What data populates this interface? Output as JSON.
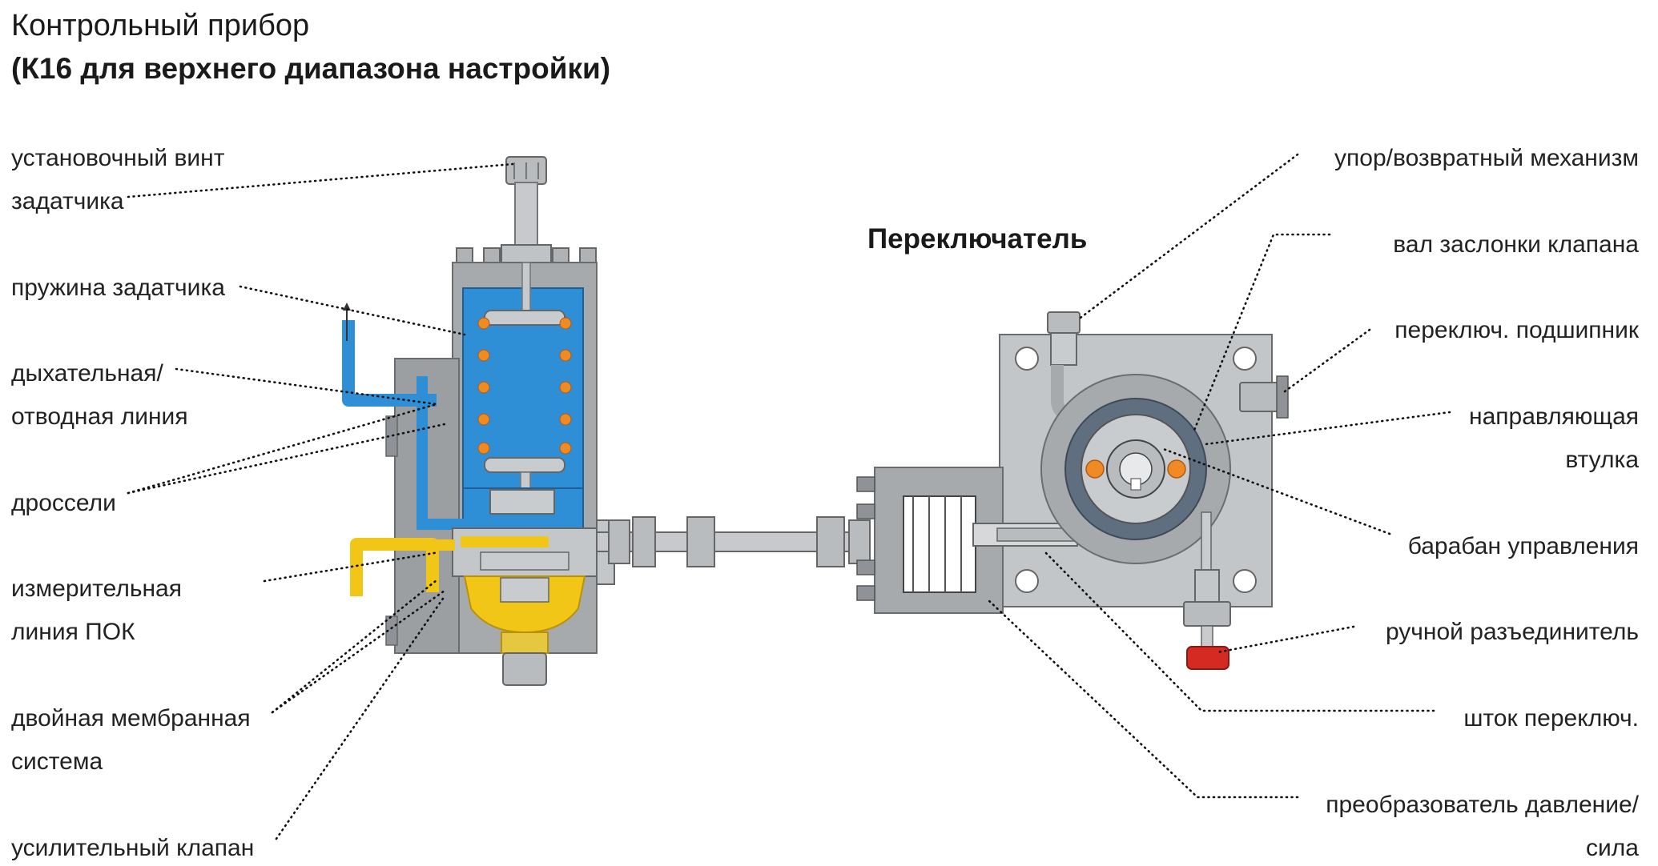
{
  "title": {
    "line1": "Контрольный прибор",
    "line2": "(К16 для верхнего диапазона настройки)"
  },
  "subtitle": "Переключатель",
  "labels_left": {
    "set_screw_1": "установочный винт",
    "set_screw_2": "задатчика",
    "spring": "пружина задатчика",
    "breather_1": "дыхательная/",
    "breather_2": "отводная линия",
    "throttles": "дроссели",
    "measuring_1": "измерительная",
    "measuring_2": "линия ПОК",
    "membrane_1": "двойная мембранная",
    "membrane_2": "система",
    "amplifier": "усилительный клапан"
  },
  "labels_right": {
    "stop": "упор/возвратный механизм",
    "shaft": "вал заслонки клапана",
    "bearing": "переключ. подшипник",
    "guide_1": "направляющая",
    "guide_2": "втулка",
    "drum": "барабан управления",
    "disconnector": "ручной разъединитель",
    "rod": "шток переключ.",
    "converter_1": "преобразователь давление/",
    "converter_2": "сила"
  },
  "colors": {
    "steel": "#b9bcbf",
    "steel_dark": "#8f9398",
    "body_gray": "#a7aaad",
    "spring_blue": "#2f8fd6",
    "spring_coil": "#f08a24",
    "measuring_yellow": "#f2c616",
    "knob_red": "#d42a22"
  },
  "icons": {
    "controller": "pressure-controller-icon",
    "switch": "switch-unit-icon"
  }
}
